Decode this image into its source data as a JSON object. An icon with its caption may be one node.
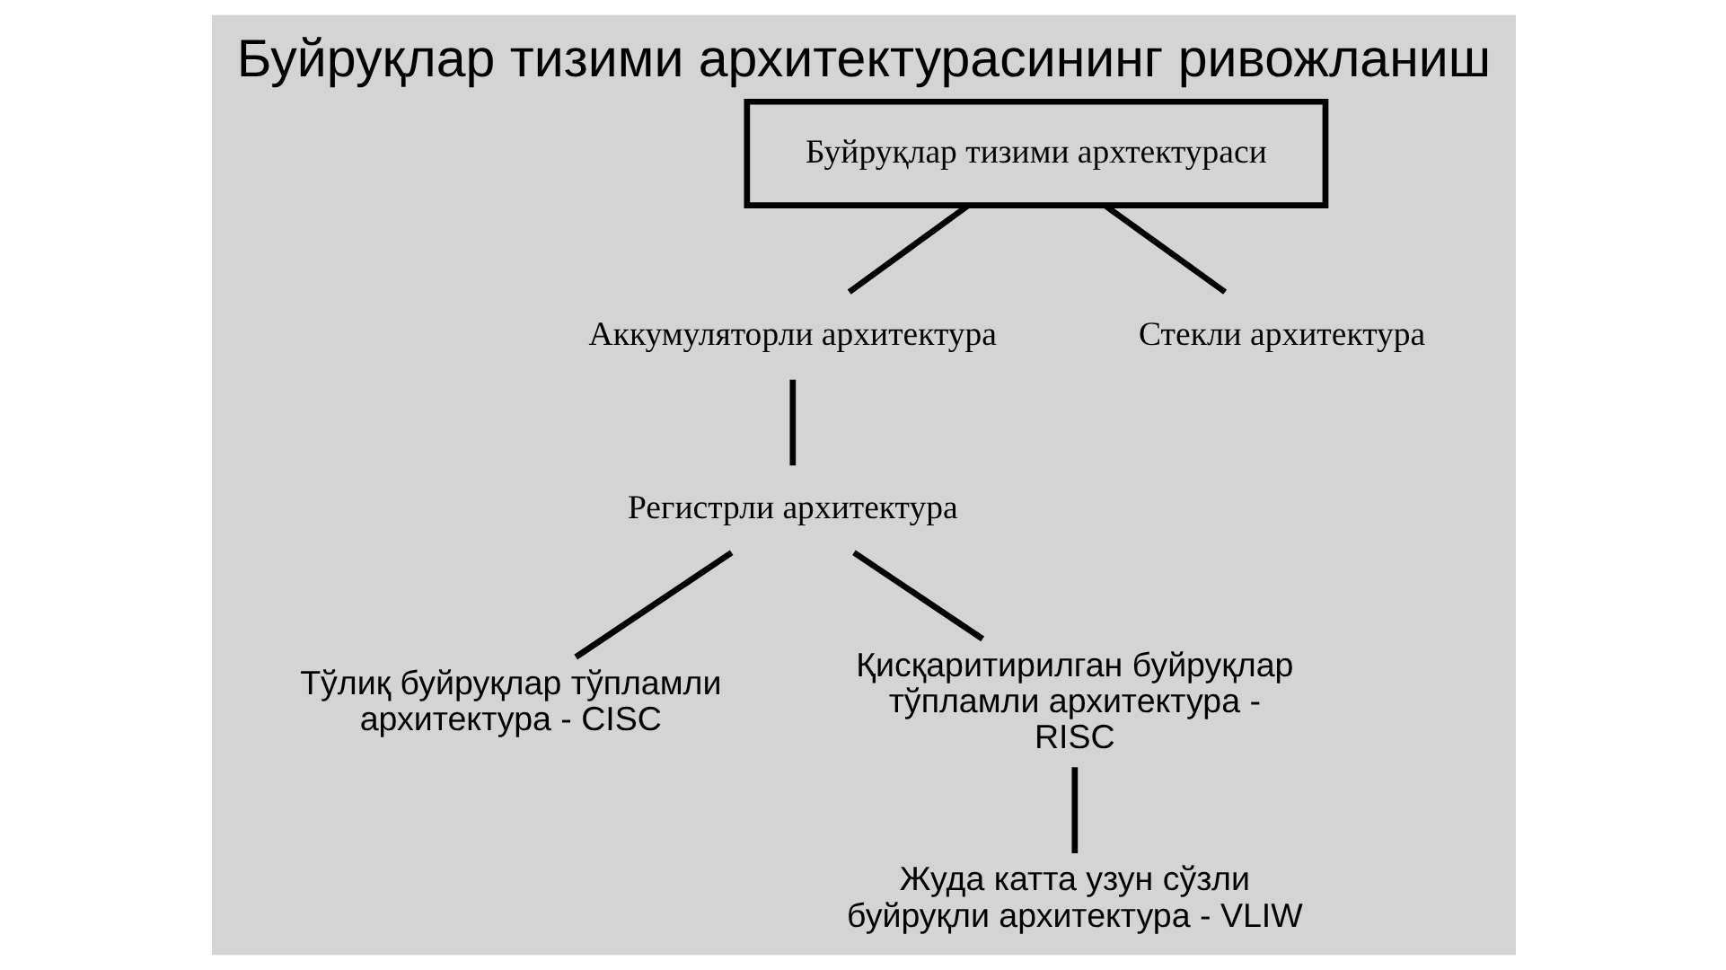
{
  "diagram": {
    "title": "Буйруқлар тизими архитектурасининг ривожланиш",
    "nodes": [
      {
        "text": [
          "Буйруқлар тизими архтектураси"
        ]
      },
      {
        "text": [
          "Аккумуляторли архитектура"
        ]
      },
      {
        "text": [
          "Регистрли архитектура"
        ]
      },
      {
        "text": [
          "Стекли архитектура"
        ]
      },
      {
        "text": [
          "Тўлиқ буйруқлар тўпламли архитектура - CISC"
        ]
      },
      {
        "text": [
          "Қисқаритирилган буйруқлар тўпламли архитектура - RISC"
        ]
      },
      {
        "text": [
          "Жуда катта узун сўзли буйруқли архитектура - VLIW"
        ]
      }
    ],
    "edges": [
      {
        "from": 0,
        "to": 1,
        "arrow": "none"
      },
      {
        "from": 1,
        "to": 2,
        "arrow": "none"
      },
      {
        "from": 0,
        "to": 3,
        "arrow": "none"
      },
      {
        "from": 2,
        "to": 4,
        "arrow": "none"
      },
      {
        "from": 2,
        "to": 5,
        "arrow": "none"
      },
      {
        "from": 5,
        "to": 6,
        "arrow": "none"
      }
    ]
  }
}
